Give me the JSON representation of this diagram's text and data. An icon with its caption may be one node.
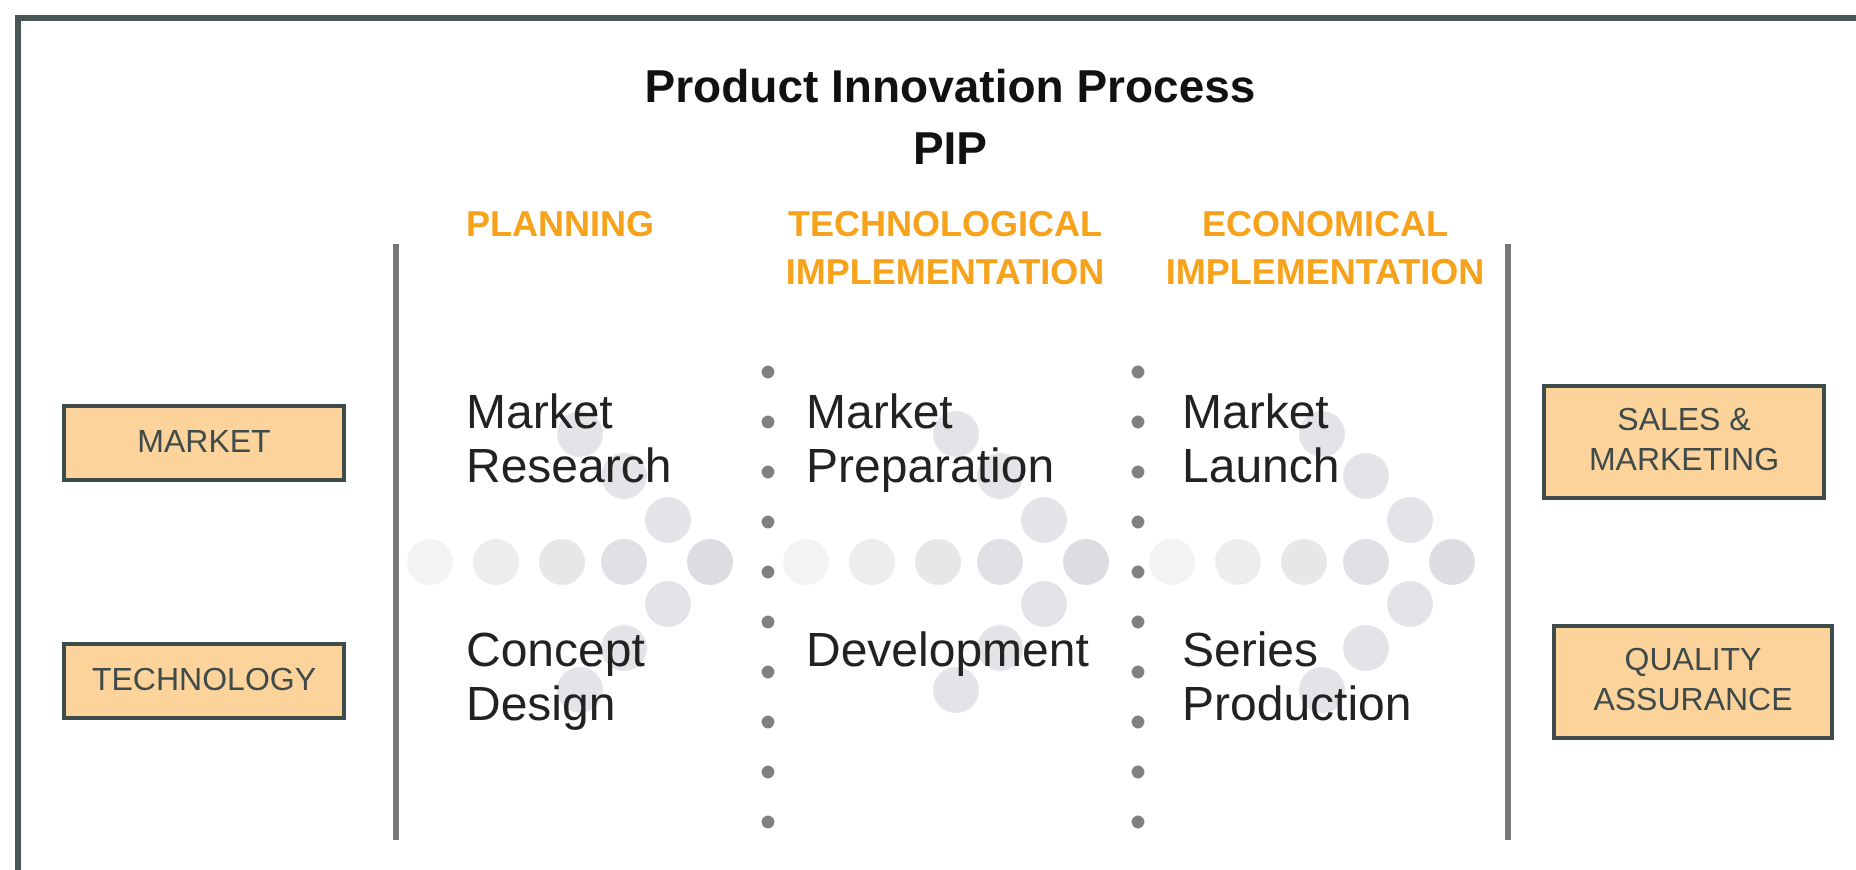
{
  "diagram": {
    "title": "Product Innovation Process",
    "nodes": [
      {
        "text": [
          "MARKET"
        ]
      },
      {
        "text": [
          "TECHNOLOGY"
        ]
      },
      {
        "text": [
          "SALES & MARKETING"
        ]
      },
      {
        "text": [
          "QUALITY ASSURANCE"
        ]
      }
    ],
    "edges": [],
    "labels": [
      "PIP",
      "PLANNING",
      "TECHNOLOGICAL IMPLEMENTATION",
      "ECONOMICAL IMPLEMENTATION",
      "Market Research",
      "Market Preparation",
      "Market Launch",
      "Concept Design",
      "Development",
      "Series Production"
    ]
  }
}
